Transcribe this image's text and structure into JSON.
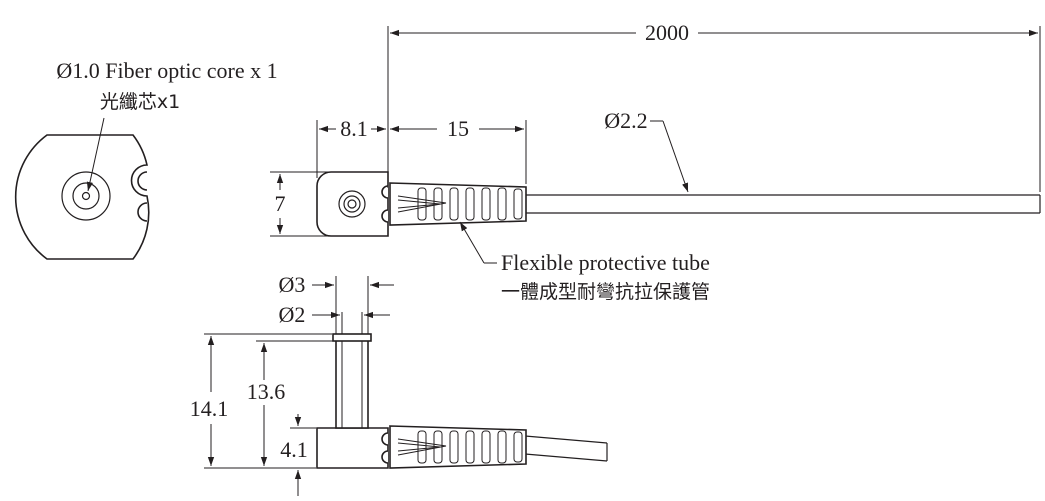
{
  "dimensions": {
    "total_length": "2000",
    "head_length": "8.1",
    "tube_length": "15",
    "cable_diameter": "Ø2.2",
    "head_height": "7",
    "pin_outer_diameter": "Ø3",
    "pin_inner_diameter": "Ø2",
    "overall_height": "14.1",
    "pin_height": "13.6",
    "base_height": "4.1"
  },
  "labels": {
    "fiber_core_en": "Ø1.0 Fiber optic core x 1",
    "fiber_core_zh": "光纖芯x1",
    "tube_en": "Flexible protective tube",
    "tube_zh": "一體成型耐彎抗拉保護管"
  }
}
